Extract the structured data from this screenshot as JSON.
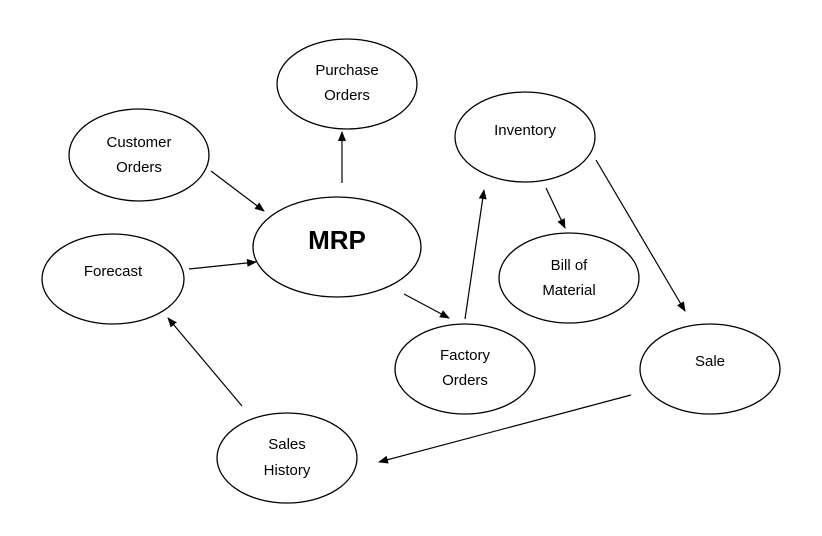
{
  "diagram": {
    "nodes": {
      "purchase_orders": {
        "lines": [
          "Purchase",
          "Orders"
        ]
      },
      "customer_orders": {
        "lines": [
          "Customer",
          "Orders"
        ]
      },
      "inventory": {
        "lines": [
          "Inventory"
        ]
      },
      "mrp": {
        "lines": [
          "MRP"
        ]
      },
      "forecast": {
        "lines": [
          "Forecast"
        ]
      },
      "bill_of_material": {
        "lines": [
          "Bill of",
          "Material"
        ]
      },
      "factory_orders": {
        "lines": [
          "Factory",
          "Orders"
        ]
      },
      "sale": {
        "lines": [
          "Sale"
        ]
      },
      "sales_history": {
        "lines": [
          "Sales",
          "History"
        ]
      }
    },
    "edges": [
      {
        "from": "customer_orders",
        "to": "mrp"
      },
      {
        "from": "forecast",
        "to": "mrp"
      },
      {
        "from": "mrp",
        "to": "purchase_orders"
      },
      {
        "from": "mrp",
        "to": "factory_orders"
      },
      {
        "from": "factory_orders",
        "to": "inventory"
      },
      {
        "from": "inventory",
        "to": "bill_of_material"
      },
      {
        "from": "inventory",
        "to": "sale"
      },
      {
        "from": "sale",
        "to": "sales_history"
      },
      {
        "from": "sales_history",
        "to": "forecast"
      }
    ]
  }
}
